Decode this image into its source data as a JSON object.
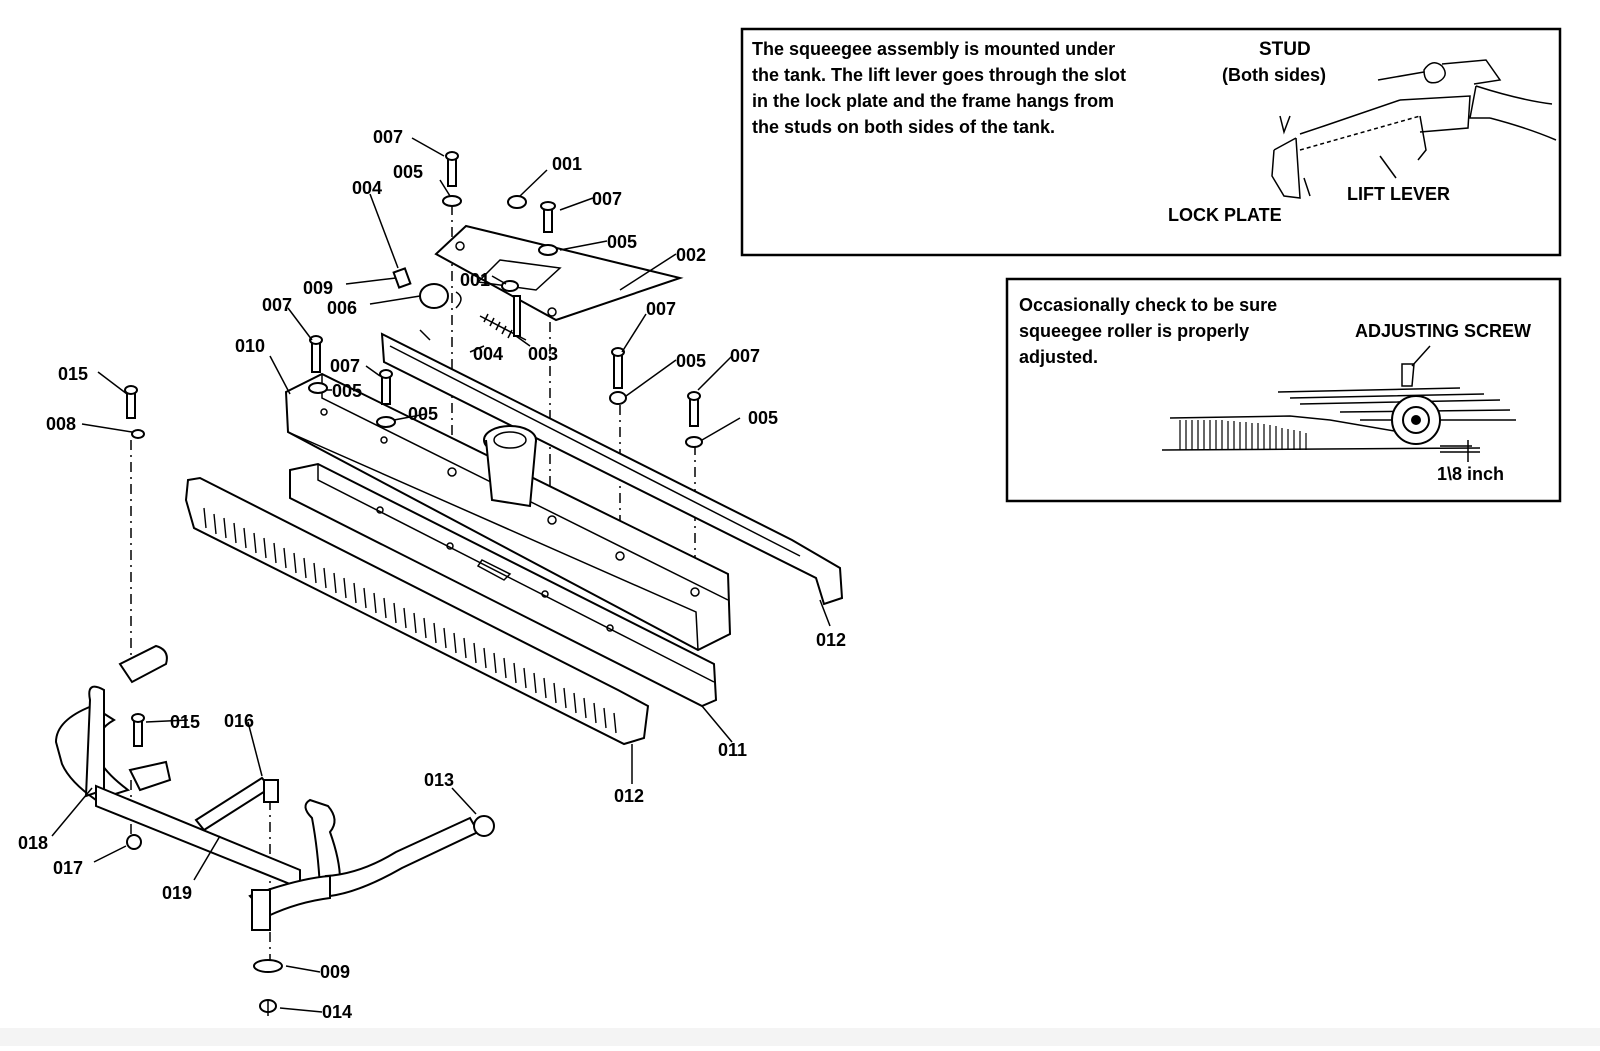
{
  "diagram": {
    "part_labels": [
      {
        "id": "p007a",
        "text": "007"
      },
      {
        "id": "p005a",
        "text": "005"
      },
      {
        "id": "p001a",
        "text": "001"
      },
      {
        "id": "p007b",
        "text": "007"
      },
      {
        "id": "p004a",
        "text": "004"
      },
      {
        "id": "p005b",
        "text": "005"
      },
      {
        "id": "p002",
        "text": "002"
      },
      {
        "id": "p009a",
        "text": "009"
      },
      {
        "id": "p001b",
        "text": "001"
      },
      {
        "id": "p006",
        "text": "006"
      },
      {
        "id": "p007c",
        "text": "007"
      },
      {
        "id": "p007d",
        "text": "007"
      },
      {
        "id": "p010",
        "text": "010"
      },
      {
        "id": "p004b",
        "text": "004"
      },
      {
        "id": "p003",
        "text": "003"
      },
      {
        "id": "p005c",
        "text": "005"
      },
      {
        "id": "p007e",
        "text": "007"
      },
      {
        "id": "p015a",
        "text": "015"
      },
      {
        "id": "p007f",
        "text": "007"
      },
      {
        "id": "p005d",
        "text": "005"
      },
      {
        "id": "p008",
        "text": "008"
      },
      {
        "id": "p005e",
        "text": "005"
      },
      {
        "id": "p005f",
        "text": "005"
      },
      {
        "id": "p012a",
        "text": "012"
      },
      {
        "id": "p015b",
        "text": "015"
      },
      {
        "id": "p016",
        "text": "016"
      },
      {
        "id": "p011",
        "text": "011"
      },
      {
        "id": "p013",
        "text": "013"
      },
      {
        "id": "p012b",
        "text": "012"
      },
      {
        "id": "p018",
        "text": "018"
      },
      {
        "id": "p017",
        "text": "017"
      },
      {
        "id": "p019",
        "text": "019"
      },
      {
        "id": "p009b",
        "text": "009"
      },
      {
        "id": "p014",
        "text": "014"
      }
    ]
  },
  "mounting_note": {
    "lines": [
      "The squeegee assembly is mounted under",
      "the tank.  The lift lever goes through the slot",
      "in the lock plate and the frame hangs from",
      "the studs on both sides of the tank."
    ],
    "stud_label": "STUD",
    "stud_sub_label": "(Both sides)",
    "lift_lever_label": "LIFT LEVER",
    "lock_plate_label": "LOCK PLATE"
  },
  "adjust_note": {
    "lines": [
      "Occasionally check to be sure",
      "squeegee roller is properly",
      "adjusted."
    ],
    "adjusting_screw_label": "ADJUSTING SCREW",
    "clearance_label": "1\\8 inch"
  }
}
